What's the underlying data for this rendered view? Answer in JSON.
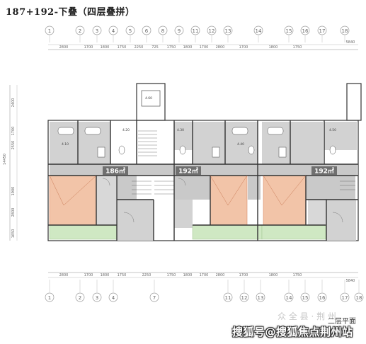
{
  "title": "187+192-下叠（四层叠拼）",
  "axis_labels_top": [
    "1",
    "2",
    "3",
    "4",
    "5",
    "6",
    "8",
    "9",
    "11",
    "12",
    "13",
    "14",
    "15",
    "16",
    "17",
    "18"
  ],
  "axis_labels_bottom": [
    "1",
    "2",
    "3",
    "4",
    "7",
    "11",
    "12",
    "13",
    "14",
    "15",
    "16",
    "17",
    "18"
  ],
  "dims_top": [
    "2800",
    "1700",
    "1800",
    "1750",
    "2250",
    "725",
    "1750",
    "1800",
    "1700",
    "2800",
    "1700",
    "1800",
    "1750"
  ],
  "dims_bottom": [
    "2800",
    "1700",
    "1800",
    "1750",
    "2250",
    "1750",
    "1800",
    "1700",
    "2800",
    "1700",
    "1800",
    "1750"
  ],
  "dims_top_total": "5840",
  "dims_bottom_total": "5840",
  "side_dims": [
    "2400",
    "1700",
    "2550",
    "14450",
    "1900",
    "2800",
    "1650"
  ],
  "area_badges": [
    "186㎡",
    "192㎡",
    "192㎡"
  ],
  "room_small": [
    "4.10",
    "4.20",
    "4.30",
    "4.40",
    "4.50",
    "4.60"
  ],
  "floor_caption": "二层平面",
  "watermark_main": "搜狐号@搜狐焦点荆州站",
  "watermark_faint": "众 全 县 · 荆 州",
  "colors": {
    "gray_room": "#cfcfcf",
    "orange_room": "#f2c4a8",
    "green_strip": "#cfe8c3",
    "badge_bg": "#6f6f6f",
    "wall": "#333333",
    "axis": "#888888"
  }
}
